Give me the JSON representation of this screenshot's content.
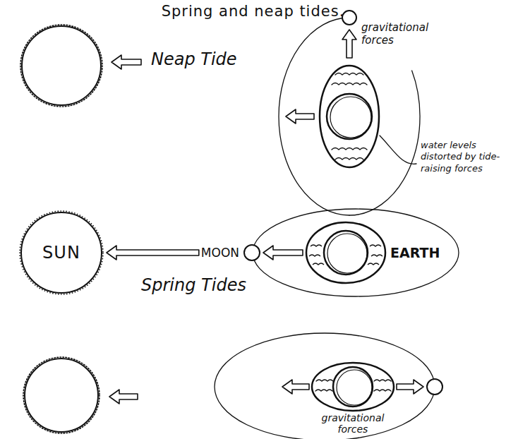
{
  "diagram": {
    "title": "Spring and neap tides.",
    "nodes": [
      {
        "text": [
          "SUN"
        ]
      },
      {
        "text": [
          "MOON"
        ]
      },
      {
        "text": [
          "EARTH"
        ]
      }
    ],
    "edges": [
      {
        "from": 2,
        "to": 1,
        "arrow": "to"
      },
      {
        "from": 1,
        "to": 0,
        "arrow": "to"
      }
    ],
    "labels": [
      "gravitational forces",
      "Neap Tide",
      "water levels distorted by tide-raising forces",
      "Spring Tides",
      "gravitational forces"
    ]
  }
}
